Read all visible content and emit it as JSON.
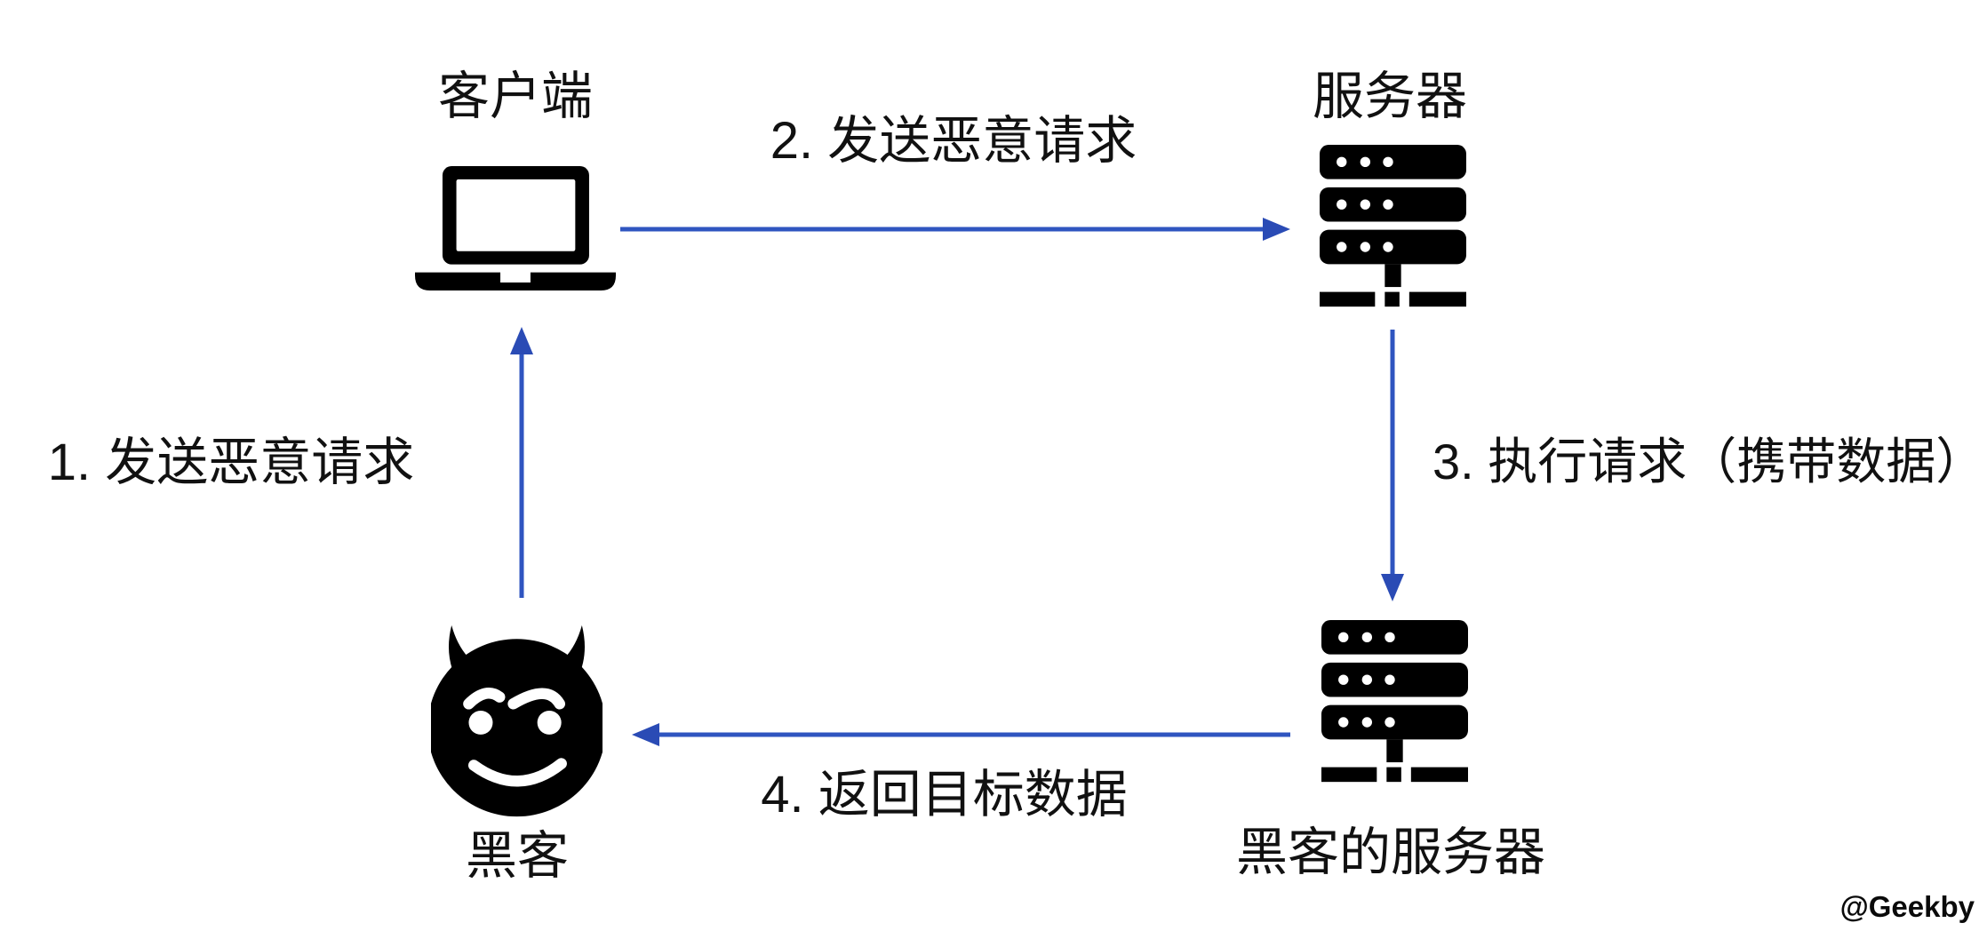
{
  "diagram": {
    "background": "#ffffff",
    "arrow_color": "#2f55c0",
    "arrowhead_color": "#2a4bb5",
    "icon_color": "#000000",
    "text_color": "#111111",
    "watermark": "@Geekby",
    "nodes": [
      {
        "id": "client",
        "label": "客户端",
        "icon": "laptop-icon",
        "position": "top-left"
      },
      {
        "id": "server",
        "label": "服务器",
        "icon": "server-icon",
        "position": "top-right"
      },
      {
        "id": "hacker",
        "label": "黑客",
        "icon": "devil-icon",
        "position": "bottom-left"
      },
      {
        "id": "hacker_server",
        "label": "黑客的服务器",
        "icon": "server-icon",
        "position": "bottom-right"
      }
    ],
    "edges": [
      {
        "step": "1. 发送恶意请求",
        "from": "hacker",
        "to": "client",
        "direction": "up"
      },
      {
        "step": "2. 发送恶意请求",
        "from": "client",
        "to": "server",
        "direction": "right"
      },
      {
        "step": "3. 执行请求（携带数据）",
        "from": "server",
        "to": "hacker_server",
        "direction": "down"
      },
      {
        "step": "4. 返回目标数据",
        "from": "hacker_server",
        "to": "hacker",
        "direction": "left"
      }
    ]
  }
}
